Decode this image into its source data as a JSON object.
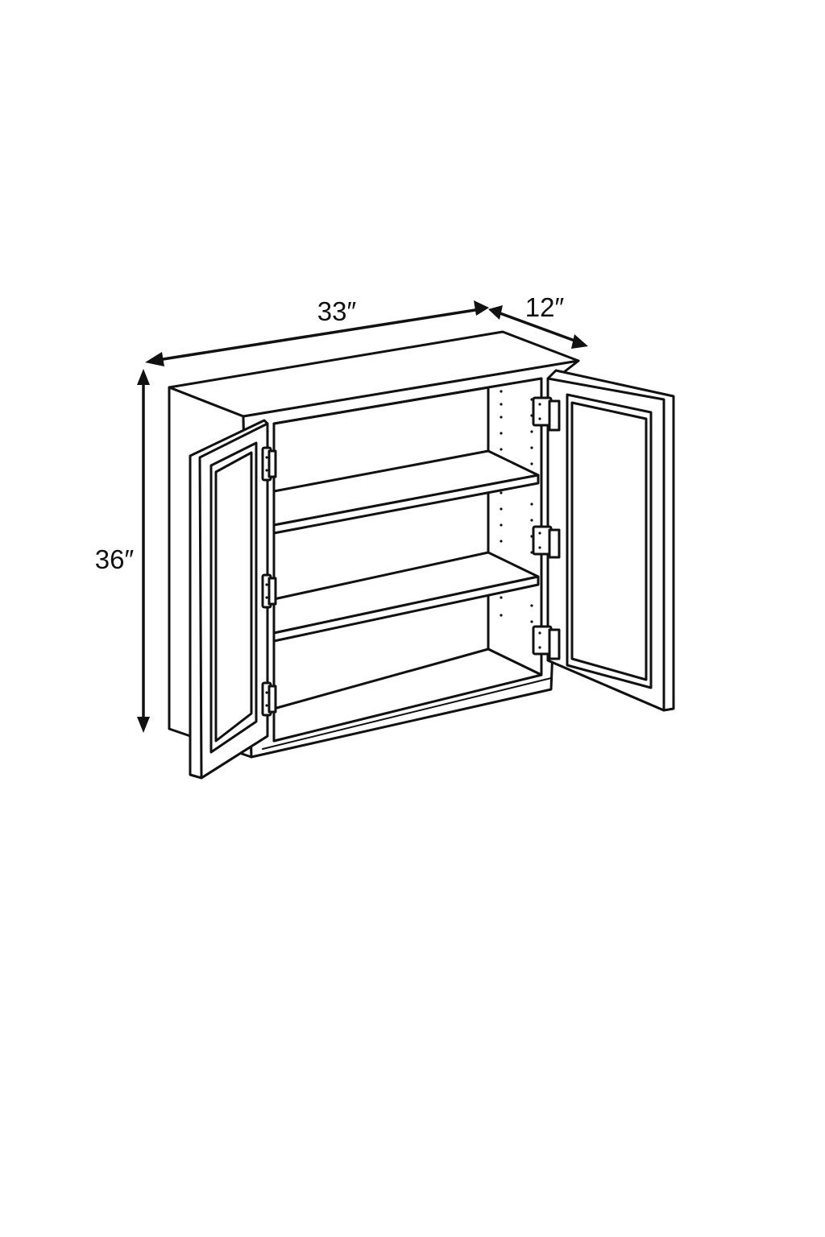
{
  "diagram": {
    "subject_icon": "wall-cabinet-open-doors",
    "dimensions": {
      "width_label": "33″",
      "depth_label": "12″",
      "height_label": "36″"
    },
    "line_color": "#111111",
    "background_color": "#ffffff"
  }
}
